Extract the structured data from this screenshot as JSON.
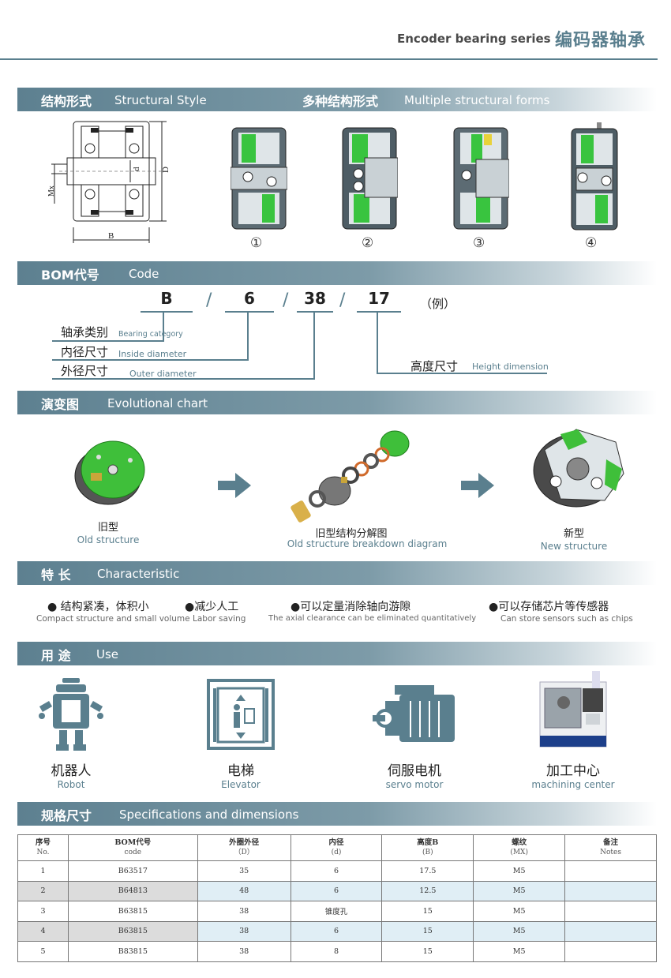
{
  "header": {
    "series_en": "Encoder bearing series",
    "series_cn": "编码器轴承"
  },
  "sections": {
    "structural": {
      "cn": "结构形式",
      "en": "Structural Style"
    },
    "multiple": {
      "cn": "多种结构形式",
      "en": "Multiple structural forms"
    },
    "code": {
      "cn": "BOM代号",
      "en": "Code"
    },
    "evolution": {
      "cn": "演变图",
      "en": "Evolutional chart"
    },
    "characteristic": {
      "cn": "特 长",
      "en": "Characteristic"
    },
    "usage": {
      "cn": "用 途",
      "en": "Use"
    },
    "specs": {
      "cn": "规格尺寸",
      "en": "Specifications and dimensions"
    }
  },
  "drawing_labels": {
    "mx": "Mx",
    "d": "d",
    "D": "D",
    "B": "B"
  },
  "structure_numbers": [
    "①",
    "②",
    "③",
    "④"
  ],
  "code": {
    "parts": [
      "B",
      "6",
      "38",
      "17"
    ],
    "separator": "/",
    "example": "（例）",
    "labels": [
      {
        "cn": "轴承类别",
        "en": "Bearing category"
      },
      {
        "cn": "内径尺寸",
        "en": "Inside diameter"
      },
      {
        "cn": "外径尺寸",
        "en": "Outer diameter"
      },
      {
        "cn": "高度尺寸",
        "en": "Height dimension"
      }
    ]
  },
  "evolution": [
    {
      "cn": "旧型",
      "en": "Old structure"
    },
    {
      "cn": "旧型结构分解图",
      "en": "Old structure breakdown diagram"
    },
    {
      "cn": "新型",
      "en": "New structure"
    }
  ],
  "characteristics": [
    {
      "cn": "●  结构紧凑，体积小",
      "en": "Compact structure and small volume"
    },
    {
      "cn": "●减少人工",
      "en": "Labor saving"
    },
    {
      "cn": "●可以定量消除轴向游隙",
      "en": "The axial clearance can be eliminated quantitatively"
    },
    {
      "cn": "●可以存储芯片等传感器",
      "en": "Can store sensors such as chips"
    }
  ],
  "usage": [
    {
      "cn": "机器人",
      "en": "Robot"
    },
    {
      "cn": "电梯",
      "en": "Elevator"
    },
    {
      "cn": "伺服电机",
      "en": "servo motor"
    },
    {
      "cn": "加工中心",
      "en": "machining center"
    }
  ],
  "table": {
    "headers": [
      {
        "cn": "序号",
        "en": "No."
      },
      {
        "cn": "BOM代号",
        "en": "code"
      },
      {
        "cn": "外圈外径",
        "en": "（D）"
      },
      {
        "cn": "内径",
        "en": "(d)"
      },
      {
        "cn": "高度B",
        "en": "(B)"
      },
      {
        "cn": "螺纹",
        "en": "(MX)"
      },
      {
        "cn": "备注",
        "en": "Notes"
      }
    ],
    "rows": [
      [
        "1",
        "B63517",
        "35",
        "6",
        "17.5",
        "M5",
        ""
      ],
      [
        "2",
        "B64813",
        "48",
        "6",
        "12.5",
        "M5",
        ""
      ],
      [
        "3",
        "B63815",
        "38",
        "锥度孔",
        "15",
        "M5",
        ""
      ],
      [
        "4",
        "B63815",
        "38",
        "6",
        "15",
        "M5",
        ""
      ],
      [
        "5",
        "B83815",
        "38",
        "8",
        "15",
        "M5",
        ""
      ]
    ]
  }
}
